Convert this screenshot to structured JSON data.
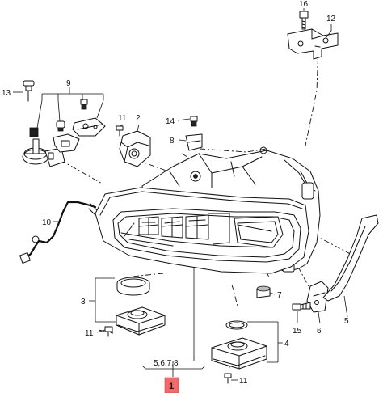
{
  "callouts": {
    "c1": "1",
    "c2": "2",
    "c3": "3",
    "c4": "4",
    "c5": "5",
    "c5678": "5,6,7,8",
    "c6": "6",
    "c7": "7",
    "c8": "8",
    "c9": "9",
    "c10": "10",
    "c11a": "11",
    "c11b": "11",
    "c11c": "11",
    "c12": "12",
    "c13": "13",
    "c14": "14",
    "c15": "15",
    "c16": "16"
  },
  "colors": {
    "highlight": "#f26b6b",
    "line": "#111111"
  }
}
